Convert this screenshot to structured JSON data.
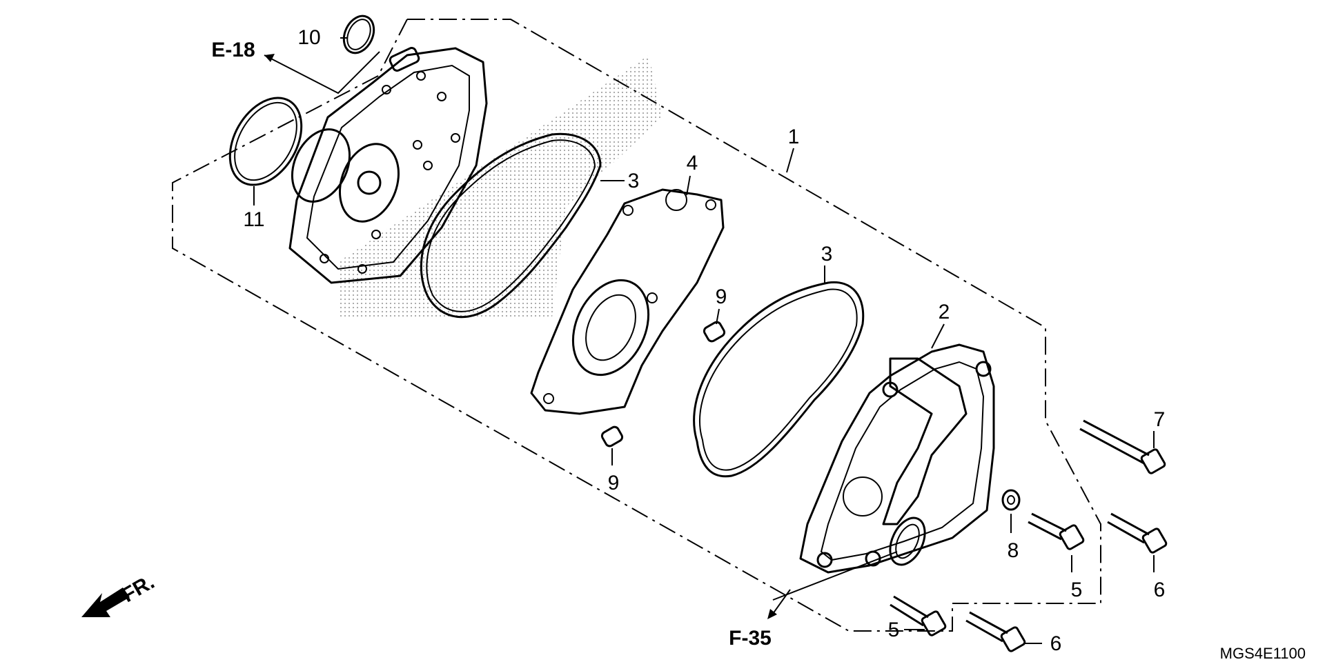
{
  "callouts": {
    "c1": "1",
    "c2": "2",
    "c3a": "3",
    "c3b": "3",
    "c4": "4",
    "c5a": "5",
    "c5b": "5",
    "c6a": "6",
    "c6b": "6",
    "c7": "7",
    "c8": "8",
    "c9a": "9",
    "c9b": "9",
    "c10": "10",
    "c11": "11"
  },
  "references": {
    "e18": "E-18",
    "f35": "F-35",
    "front": "FR."
  },
  "diagram_code": "MGS4E1100"
}
